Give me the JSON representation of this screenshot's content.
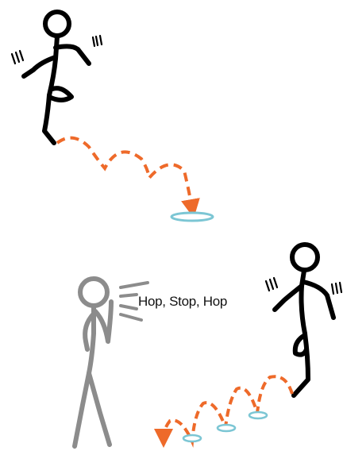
{
  "callout": {
    "text": "Hop, Stop, Hop"
  },
  "colors": {
    "figure": "#000000",
    "speaker": "#8c8c8c",
    "path": "#ee6a2a",
    "target": "#7cc6d4"
  },
  "icons": {
    "top_hopper": "stick-figure-hopping",
    "bottom_hopper": "stick-figure-hopping",
    "speaker": "stick-figure-calling",
    "target": "landing-spot"
  }
}
